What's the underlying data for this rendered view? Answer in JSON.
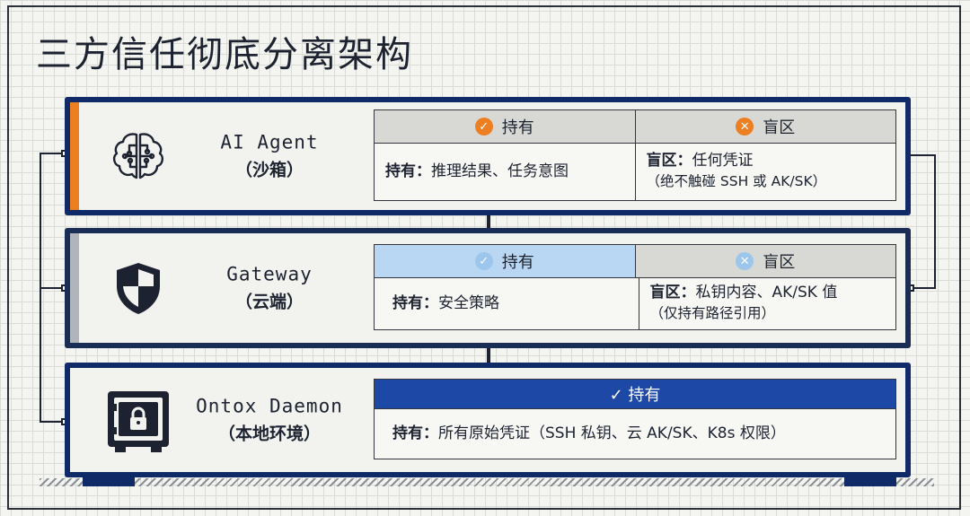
{
  "title": "三方信任彻底分离架构",
  "colors": {
    "panel_border": "#0f2a66",
    "agent_accent": "#ec7f22",
    "gateway_accent": "#b0b4bb",
    "daemon_header": "#1d48a6",
    "gateway_hold_header": "#b9d7f3"
  },
  "tiers": [
    {
      "name": "AI Agent",
      "sub": "（沙箱）",
      "icon": "brain-circuit-icon",
      "hold_header": "持有",
      "hold_icon": "check-circle-icon",
      "blind_header": "盲区",
      "blind_icon": "x-circle-icon",
      "hold_key": "持有：",
      "hold_text": "推理结果、任务意图",
      "blind_key": "盲区：",
      "blind_text": "任何凭证",
      "blind_note": "（绝不触碰 SSH 或 AK/SK）"
    },
    {
      "name": "Gateway",
      "sub": "（云端）",
      "icon": "shield-icon",
      "hold_header": "持有",
      "hold_icon": "check-circle-icon",
      "blind_header": "盲区",
      "blind_icon": "x-circle-icon",
      "hold_key": "持有：",
      "hold_text": "安全策略",
      "blind_key": "盲区：",
      "blind_text": "私钥内容、AK/SK 值",
      "blind_note": "（仅持有路径引用）"
    },
    {
      "name": "Ontox Daemon",
      "sub": "（本地环境）",
      "icon": "vault-lock-icon",
      "hold_header": "✓ 持有",
      "hold_key": "持有：",
      "hold_text": "所有原始凭证（SSH 私钥、云 AK/SK、K8s 权限）"
    }
  ]
}
